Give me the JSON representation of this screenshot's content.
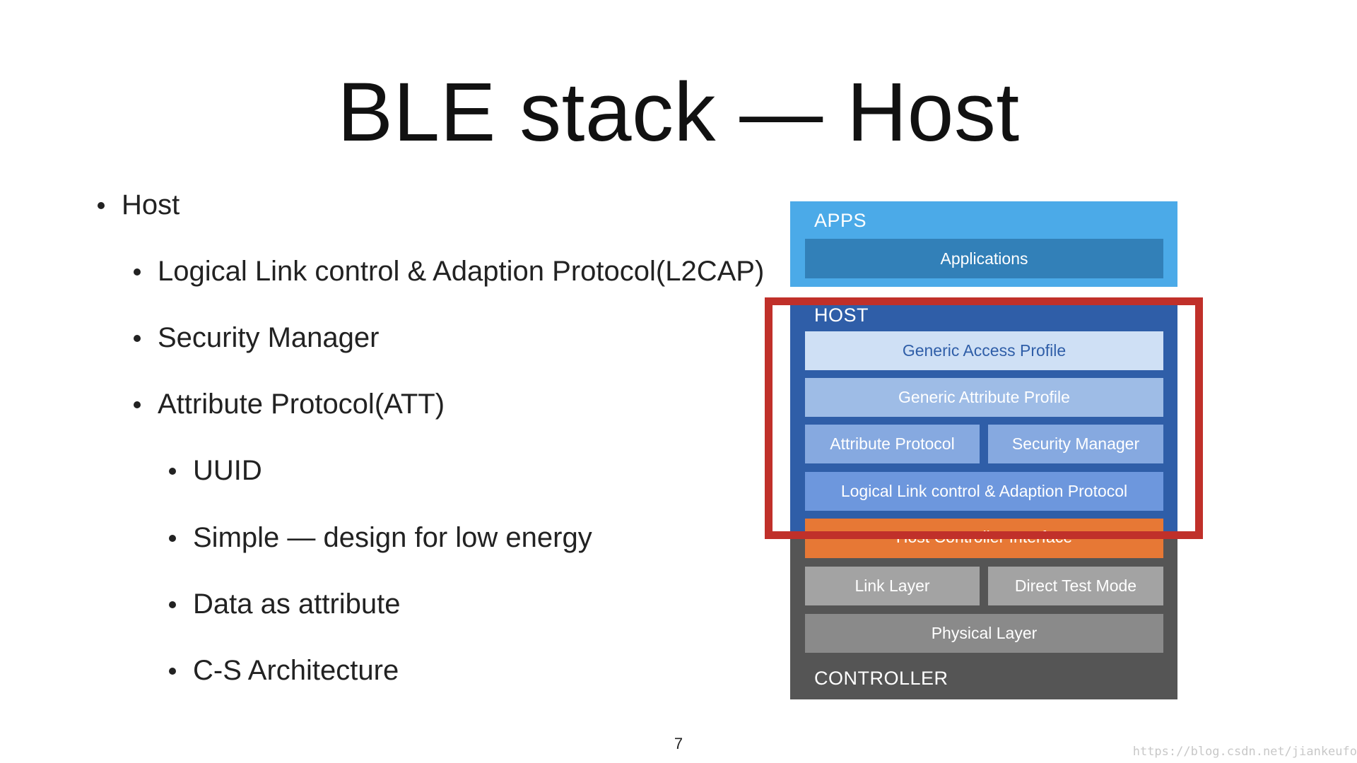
{
  "slide": {
    "title": "BLE stack — Host",
    "page_number": "7",
    "watermark": "https://blog.csdn.net/jiankeufo"
  },
  "bullets": [
    {
      "level": 1,
      "text": "Host"
    },
    {
      "level": 2,
      "text": "Logical Link control & Adaption Protocol(L2CAP)"
    },
    {
      "level": 2,
      "text": "Security Manager"
    },
    {
      "level": 2,
      "text": "Attribute Protocol(ATT)"
    },
    {
      "level": 3,
      "text": "UUID"
    },
    {
      "level": 3,
      "text": "Simple — design for low energy"
    },
    {
      "level": 3,
      "text": "Data as attribute"
    },
    {
      "level": 3,
      "text": "C-S Architecture"
    }
  ],
  "diagram": {
    "apps": {
      "label": "APPS",
      "applications": "Applications"
    },
    "host": {
      "label": "HOST",
      "gap": "Generic Access Profile",
      "gatt": "Generic Attribute Profile",
      "att": "Attribute Protocol",
      "sm": "Security Manager",
      "l2cap": "Logical Link control & Adaption Protocol"
    },
    "hci": "Host Controller Interface",
    "controller": {
      "label": "CONTROLLER",
      "link_layer": "Link Layer",
      "direct_test_mode": "Direct Test Mode",
      "physical_layer": "Physical Layer"
    },
    "colors": {
      "apps_band": "#4baae8",
      "applications_box": "#3280b8",
      "host_band": "#2f5ea8",
      "gap_box": "#cfe0f5",
      "gatt_box": "#9ebce6",
      "att_sm_box": "#86a9e0",
      "l2cap_box": "#6d97dd",
      "hci_box": "#e77835",
      "controller_band": "#555555",
      "link_box": "#a3a3a3",
      "physical_box": "#8a8a8a",
      "highlight": "#c0302a"
    }
  }
}
